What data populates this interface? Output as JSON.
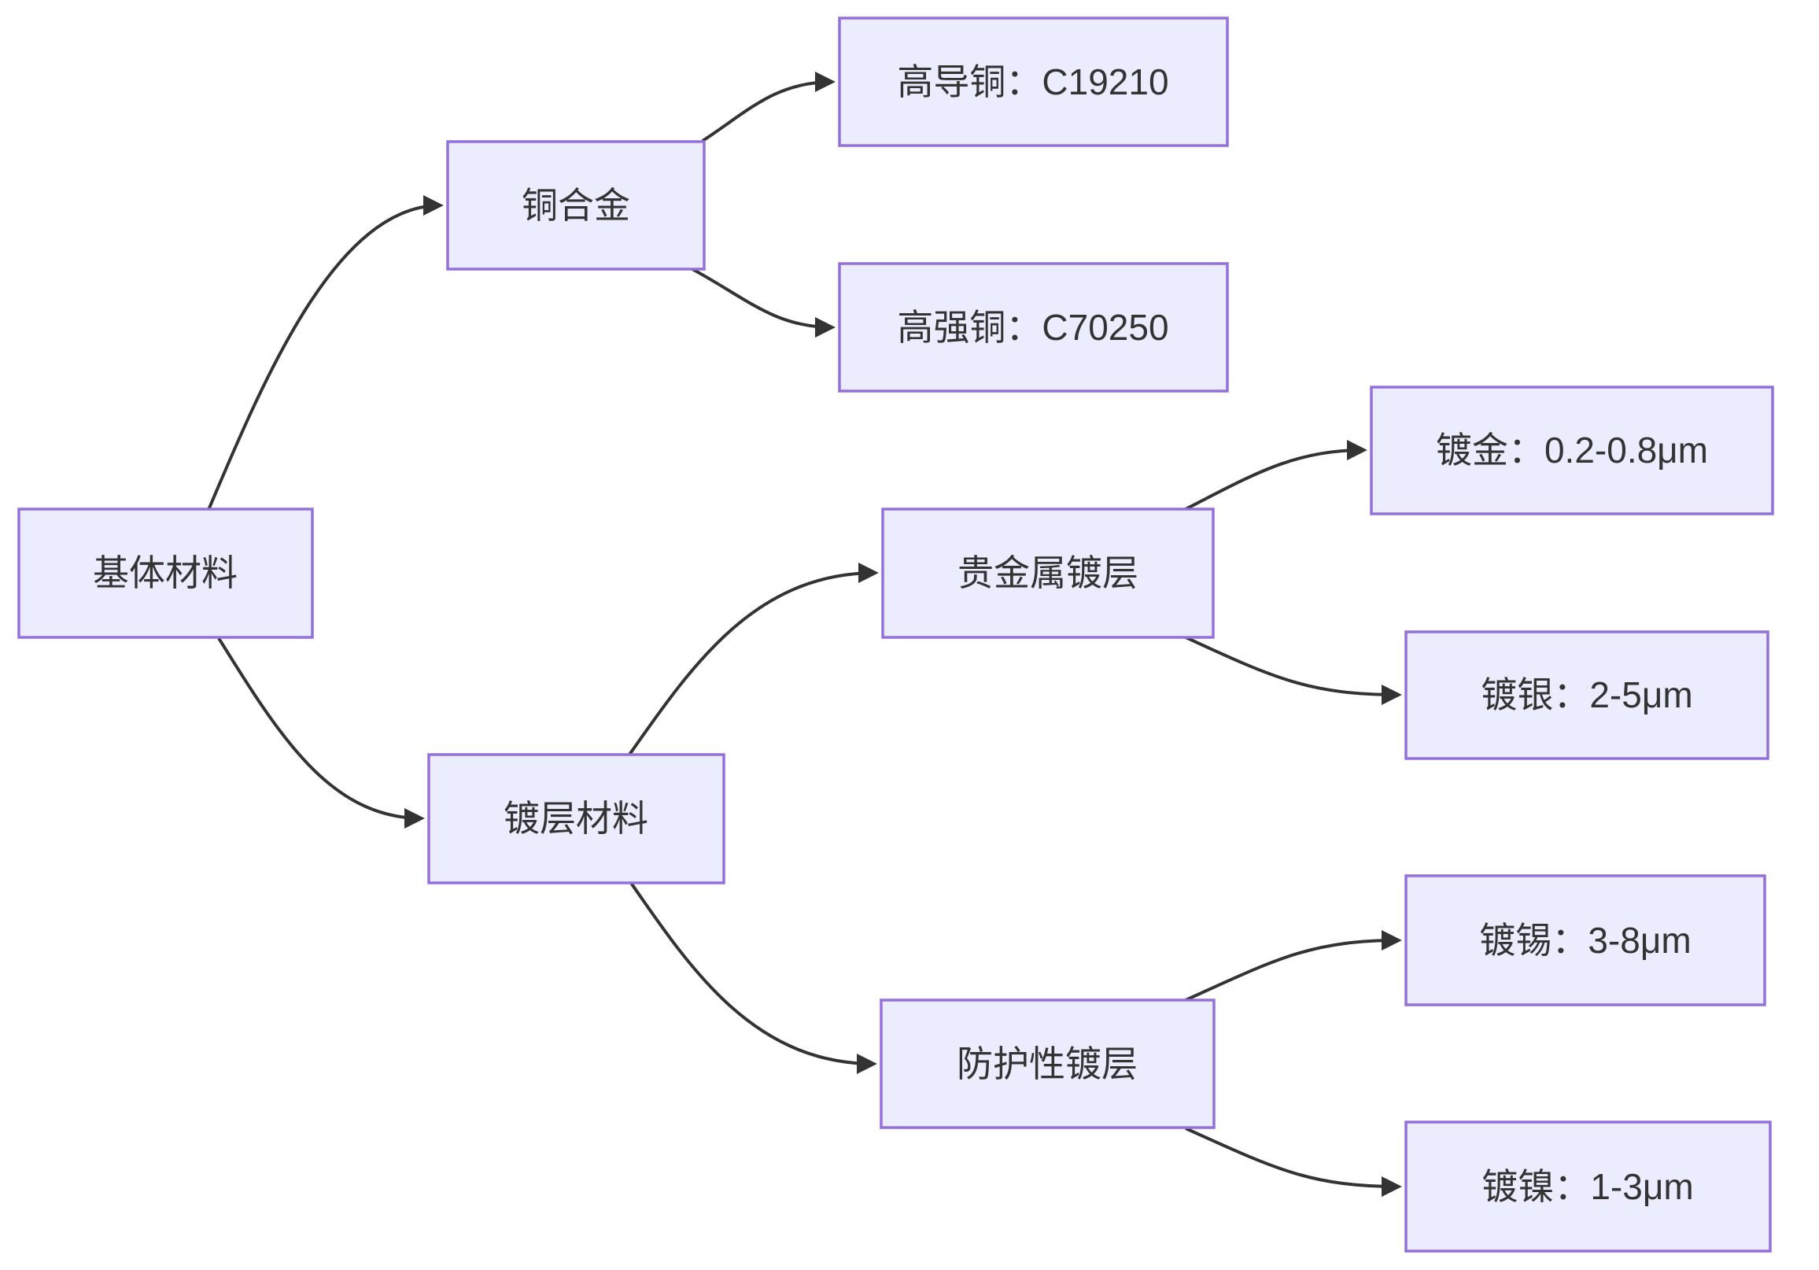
{
  "diagram": {
    "type": "flowchart",
    "direction": "left-to-right",
    "colors": {
      "background": "#ffffff",
      "node_fill": "#ECECFF",
      "node_border": "#9370DB",
      "edge": "#333333",
      "text": "#333333"
    },
    "nodes": {
      "base": {
        "label": "基体材料"
      },
      "copper_alloy": {
        "label": "铜合金"
      },
      "high_conductivity_copper": {
        "label": "高导铜：C19210"
      },
      "high_strength_copper": {
        "label": "高强铜：C70250"
      },
      "plating_material": {
        "label": "镀层材料"
      },
      "precious_metal_plating": {
        "label": "贵金属镀层"
      },
      "gold_plating": {
        "label": "镀金：0.2-0.8μm"
      },
      "silver_plating": {
        "label": "镀银：2-5μm"
      },
      "protective_plating": {
        "label": "防护性镀层"
      },
      "tin_plating": {
        "label": "镀锡：3-8μm"
      },
      "nickel_plating": {
        "label": "镀镍：1-3μm"
      }
    },
    "edges": [
      {
        "from": "base",
        "to": "copper_alloy"
      },
      {
        "from": "base",
        "to": "plating_material"
      },
      {
        "from": "copper_alloy",
        "to": "high_conductivity_copper"
      },
      {
        "from": "copper_alloy",
        "to": "high_strength_copper"
      },
      {
        "from": "plating_material",
        "to": "precious_metal_plating"
      },
      {
        "from": "plating_material",
        "to": "protective_plating"
      },
      {
        "from": "precious_metal_plating",
        "to": "gold_plating"
      },
      {
        "from": "precious_metal_plating",
        "to": "silver_plating"
      },
      {
        "from": "protective_plating",
        "to": "tin_plating"
      },
      {
        "from": "protective_plating",
        "to": "nickel_plating"
      }
    ]
  }
}
